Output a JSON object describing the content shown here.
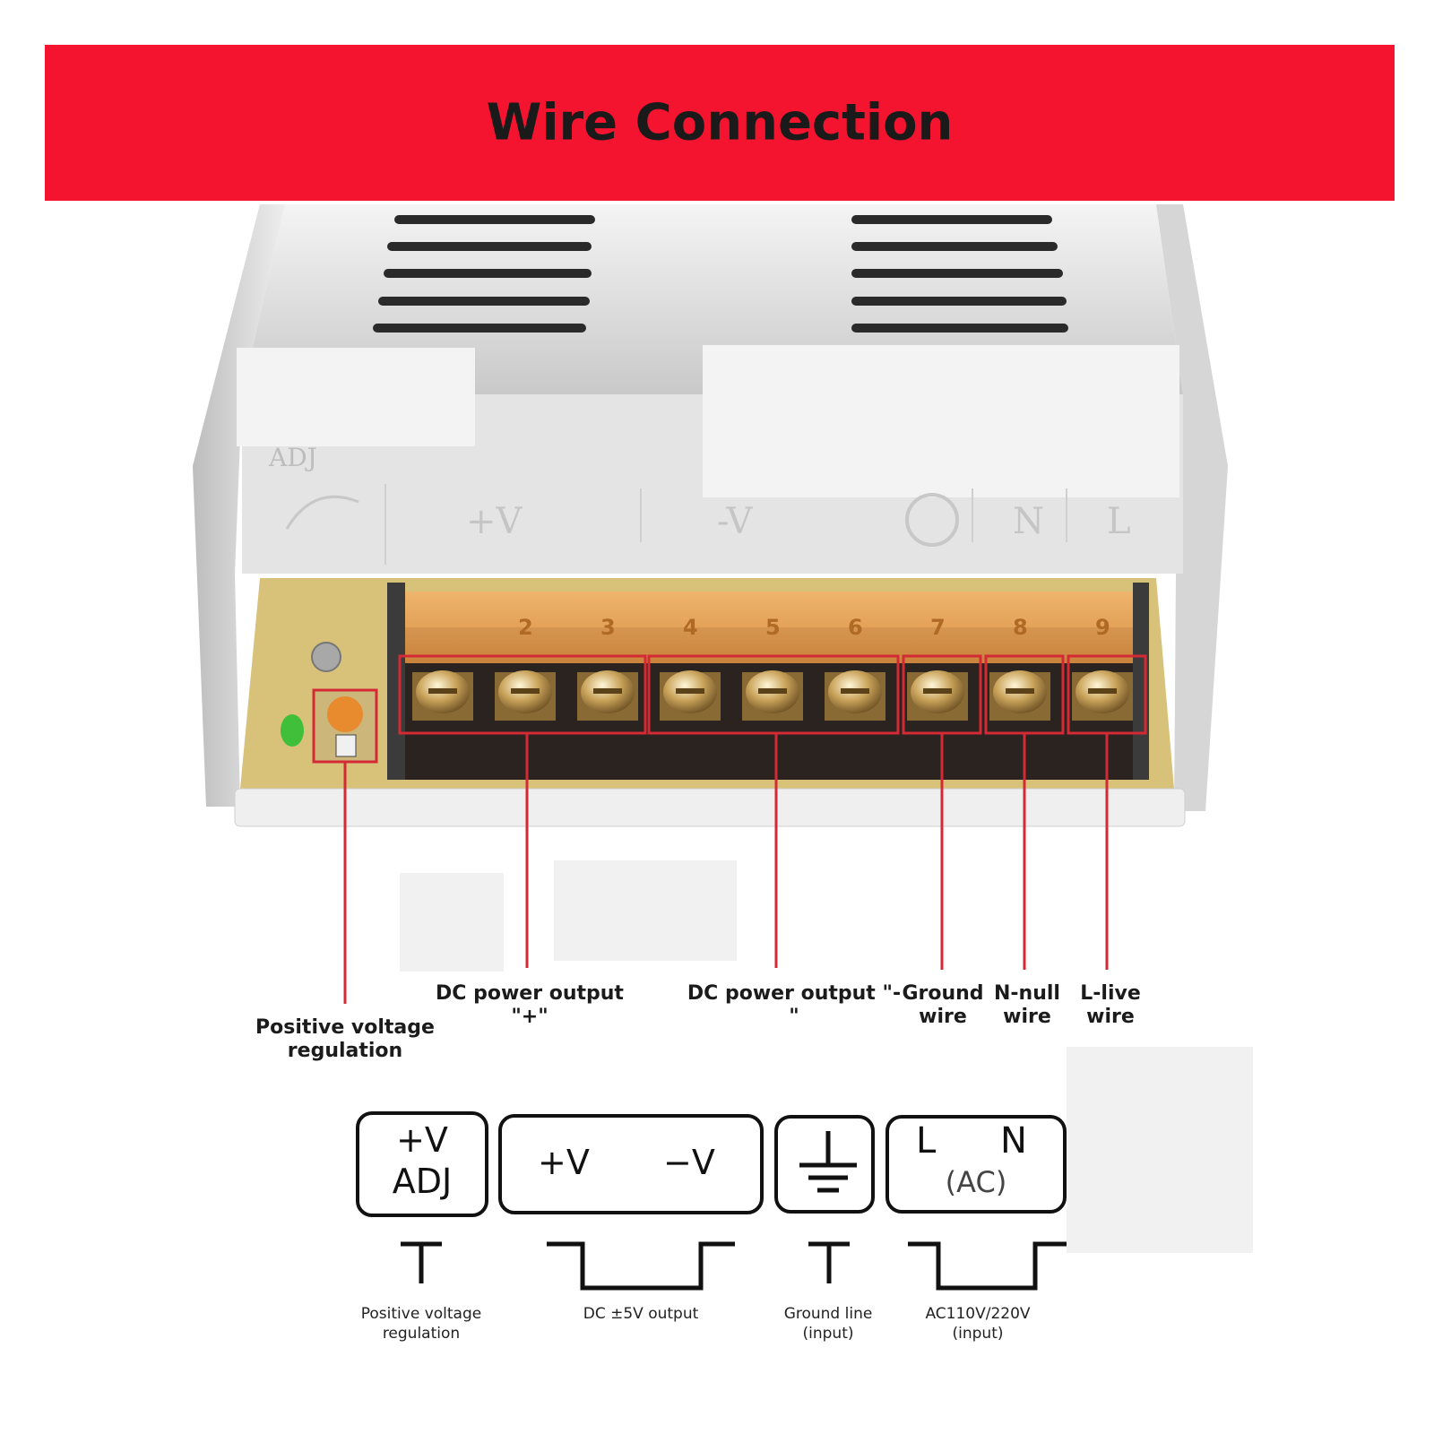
{
  "banner": {
    "title": "Wire Connection",
    "color": "#f5142f"
  },
  "terminals": [
    "2",
    "3",
    "4",
    "5",
    "6",
    "7",
    "8",
    "9"
  ],
  "panel_markings": {
    "adj": "ADJ",
    "plus_v": "+V",
    "minus_v": "-V",
    "n": "N",
    "l": "L"
  },
  "callouts": {
    "positive_voltage": [
      "Positive voltage",
      "regulation"
    ],
    "dc_plus": "DC power output \"+\"",
    "dc_minus": "DC power output \"-\"",
    "ground": [
      "Ground",
      "wire"
    ],
    "n_null": [
      "N-null",
      "wire"
    ],
    "l_live": [
      "L-live",
      "wire"
    ]
  },
  "symbols": {
    "adj": {
      "top": "+V",
      "bottom": "ADJ"
    },
    "dc": {
      "plus": "+V",
      "minus": "−V"
    },
    "ac": {
      "l": "L",
      "n": "N",
      "sub": "(AC)"
    }
  },
  "captions": {
    "adj": [
      "Positive voltage",
      "regulation"
    ],
    "dc": "DC ±5V output",
    "ground": [
      "Ground line",
      "(input)"
    ],
    "ac": [
      "AC110V/220V",
      "(input)"
    ]
  },
  "colors": {
    "callout_line": "#d42a36",
    "housing": "#dcdcdc",
    "pcb": "#d8c27a",
    "terminal_cover": "#e8a35a",
    "block": "#2a2320"
  }
}
